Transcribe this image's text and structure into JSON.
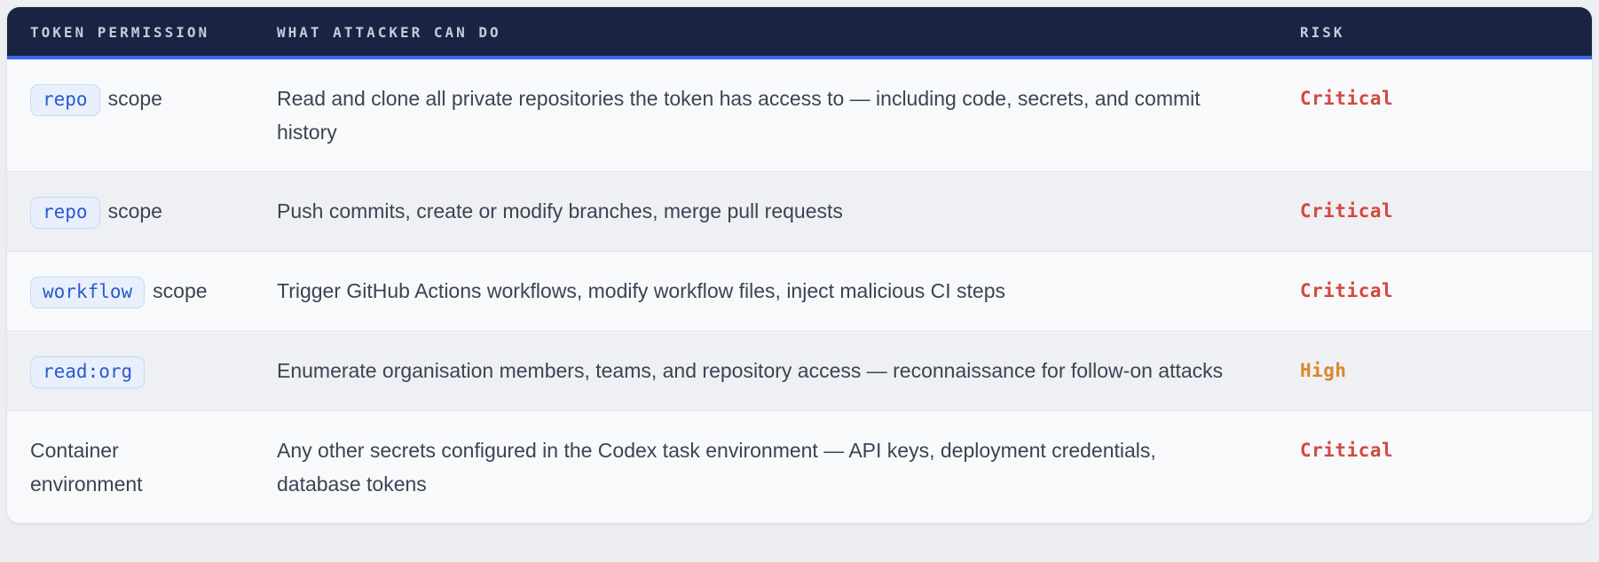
{
  "colors": {
    "header_bg": "#182441",
    "header_text": "#c5ccd9",
    "accent_line": "#3b66ef",
    "row_bg": "#f8f9fb",
    "row_alt_bg": "#eff0f3",
    "separator": "#e3e5e9",
    "body_text": "#3b4454",
    "badge_text": "#2b59cf",
    "badge_bg": "#e9f0fc",
    "badge_border": "#c7d8f4",
    "risk_critical": "#d4483e",
    "risk_high": "#d8882b",
    "page_bg": "#eceef2"
  },
  "table": {
    "columns": [
      {
        "label": "TOKEN PERMISSION"
      },
      {
        "label": "WHAT ATTACKER CAN DO"
      },
      {
        "label": "RISK"
      }
    ],
    "rows": [
      {
        "badge": "repo",
        "suffix": "scope",
        "description": "Read and clone all private repositories the token has access to — including code, secrets, and commit history",
        "risk": "Critical",
        "risk_level": "critical"
      },
      {
        "badge": "repo",
        "suffix": "scope",
        "description": "Push commits, create or modify branches, merge pull requests",
        "risk": "Critical",
        "risk_level": "critical"
      },
      {
        "badge": "workflow",
        "suffix": "scope",
        "description": "Trigger GitHub Actions workflows, modify workflow files, inject malicious CI steps",
        "risk": "Critical",
        "risk_level": "critical"
      },
      {
        "badge": "read:org",
        "description": "Enumerate organisation members, teams, and repository access — reconnaissance for follow-on attacks",
        "risk": "High",
        "risk_level": "high"
      },
      {
        "permission_text": "Container environment",
        "description": "Any other secrets configured in the Codex task environment — API keys, deployment credentials, database tokens",
        "risk": "Critical",
        "risk_level": "critical"
      }
    ]
  }
}
